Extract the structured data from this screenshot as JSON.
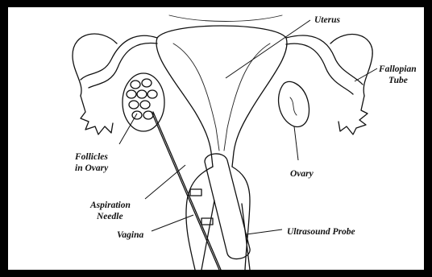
{
  "labels": {
    "uterus": "Uterus",
    "fallopian_line1": "Fallopian",
    "fallopian_line2": "Tube",
    "follicles_line1": "Follicles",
    "follicles_line2": "in Ovary",
    "ovary": "Ovary",
    "aspiration_line1": "Aspiration",
    "aspiration_line2": "Needle",
    "vagina": "Vagina",
    "ultrasound_probe": "Ultrasound Probe"
  },
  "colors": {
    "frame": "#000000",
    "panel": "#ffffff",
    "ink": "#111111"
  }
}
